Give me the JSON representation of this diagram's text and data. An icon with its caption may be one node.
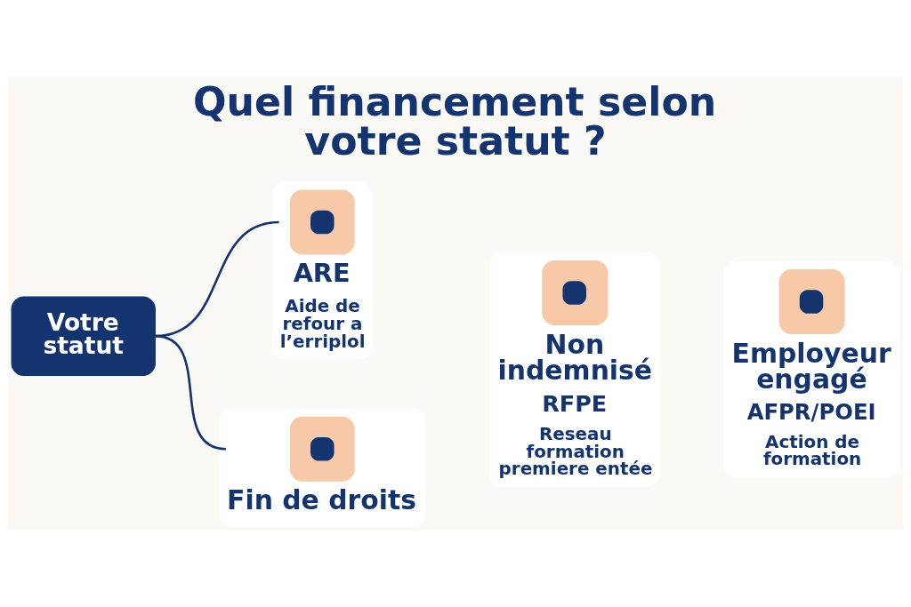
{
  "diagram": {
    "title": "Quel financement selon votre statut ?",
    "nodes": [
      {
        "text": [
          "Votre statut"
        ]
      },
      {
        "text": [
          "ARE",
          "Aide de refour a l’erriplol"
        ]
      },
      {
        "text": [
          "Fin de droits"
        ]
      },
      {
        "text": [
          "Non indemnisé",
          "RFPE",
          "Reseau formation premiere entée"
        ]
      },
      {
        "text": [
          "Employeur engagé",
          "AFPR/POEI",
          "Action de formation"
        ]
      }
    ],
    "edges": [
      {
        "from": 0,
        "to": 1,
        "arrow": "none"
      },
      {
        "from": 0,
        "to": 2,
        "arrow": "none"
      }
    ]
  }
}
